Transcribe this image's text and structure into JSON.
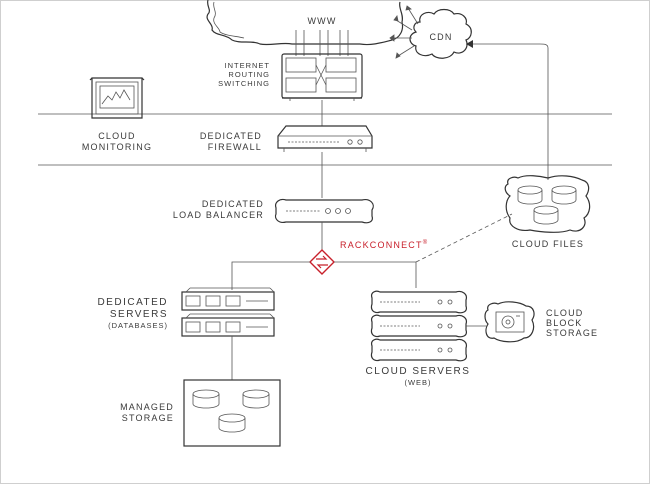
{
  "labels": {
    "www": "WWW",
    "cdn": "CDN",
    "routing": [
      "INTERNET",
      "ROUTING",
      "SWITCHING"
    ],
    "cloud_monitoring": [
      "CLOUD",
      "MONITORING"
    ],
    "dedicated_firewall": [
      "DEDICATED",
      "FIREWALL"
    ],
    "dedicated_load_balancer": [
      "DEDICATED",
      "LOAD BALANCER"
    ],
    "rackconnect": "RACKCONNECT",
    "rackconnect_mark": "®",
    "cloud_files": "CLOUD FILES",
    "dedicated_servers": [
      "DEDICATED",
      "SERVERS"
    ],
    "databases": "(DATABASES)",
    "cloud_servers": "CLOUD SERVERS",
    "web": "(WEB)",
    "cloud_block_storage": [
      "CLOUD",
      "BLOCK",
      "STORAGE"
    ],
    "managed_storage": [
      "MANAGED",
      "STORAGE"
    ]
  },
  "colors": {
    "accent": "#c8202b",
    "line": "#333333",
    "text": "#3a3a3a"
  }
}
